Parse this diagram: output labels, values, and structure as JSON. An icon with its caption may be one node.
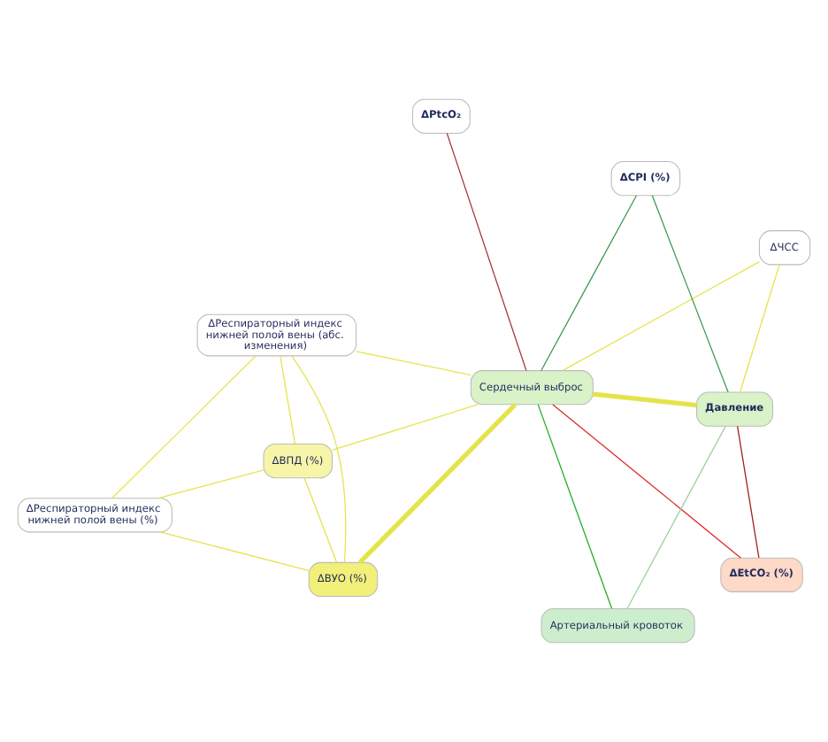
{
  "diagram": {
    "nodes": [
      {
        "text": [
          "ΔРеспираторный индекс нижней полой вены (абс. изменения)"
        ]
      },
      {
        "text": [
          "ΔЧСС"
        ]
      },
      {
        "text": [
          "ΔВУО (%)"
        ]
      },
      {
        "text": [
          "ΔPtcO₂"
        ]
      },
      {
        "text": [
          "ΔРеспираторный индекс нижней полой вены (%)"
        ]
      },
      {
        "text": [
          "ΔCPI (%)"
        ]
      },
      {
        "text": [
          "ΔВПД (%)"
        ]
      },
      {
        "text": [
          "ΔEtCO₂ (%)"
        ]
      },
      {
        "text": [
          "Сердечный выброс"
        ]
      },
      {
        "text": [
          "Давление"
        ]
      },
      {
        "text": [
          "Артериальный кровоток"
        ]
      }
    ],
    "edges": [
      {
        "from": 1,
        "to": 9,
        "arrow": "none"
      },
      {
        "from": 1,
        "to": 8,
        "arrow": "none"
      },
      {
        "from": 0,
        "to": 2,
        "arrow": "none"
      },
      {
        "from": 0,
        "to": 4,
        "arrow": "none"
      },
      {
        "from": 0,
        "to": 8,
        "arrow": "none"
      },
      {
        "from": 0,
        "to": 6,
        "arrow": "none"
      },
      {
        "from": 2,
        "to": 8,
        "arrow": "none",
        "style": "thick"
      },
      {
        "from": 2,
        "to": 4,
        "arrow": "none"
      },
      {
        "from": 2,
        "to": 6,
        "arrow": "none"
      },
      {
        "from": 4,
        "to": 6,
        "arrow": "none"
      },
      {
        "from": 6,
        "to": 8,
        "arrow": "none"
      },
      {
        "from": 3,
        "to": 8,
        "arrow": "none",
        "color": "#a03c3c"
      },
      {
        "from": 5,
        "to": 8,
        "arrow": "none",
        "color": "#3c9a50"
      },
      {
        "from": 5,
        "to": 9,
        "arrow": "none",
        "color": "#3c9a50"
      },
      {
        "from": 7,
        "to": 8,
        "arrow": "none",
        "color": "#e02828"
      },
      {
        "from": 7,
        "to": 9,
        "arrow": "none",
        "color": "#a01e14"
      },
      {
        "from": 9,
        "to": 8,
        "arrow": "none",
        "style": "thick"
      },
      {
        "from": 9,
        "to": 10,
        "arrow": "none",
        "color": "#9ad29a"
      },
      {
        "from": 10,
        "to": 8,
        "arrow": "none",
        "color": "#22b022"
      }
    ]
  }
}
